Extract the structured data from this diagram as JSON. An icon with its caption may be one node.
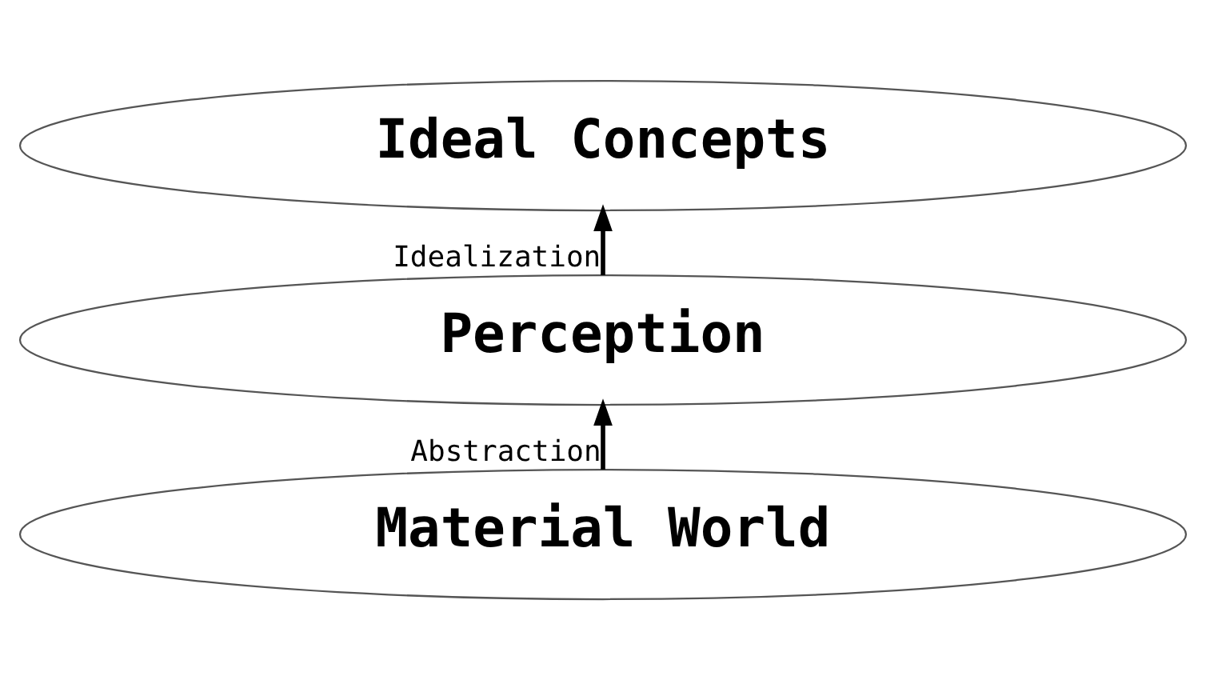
{
  "diagram": {
    "nodes": [
      {
        "text": [
          "Ideal Concepts"
        ]
      },
      {
        "text": [
          "Perception"
        ]
      },
      {
        "text": [
          "Material World"
        ]
      }
    ],
    "edges": [
      {
        "from": 2,
        "to": 1,
        "arrow": "to",
        "label": "Abstraction"
      },
      {
        "from": 1,
        "to": 0,
        "arrow": "to",
        "label": "Idealization"
      }
    ]
  }
}
